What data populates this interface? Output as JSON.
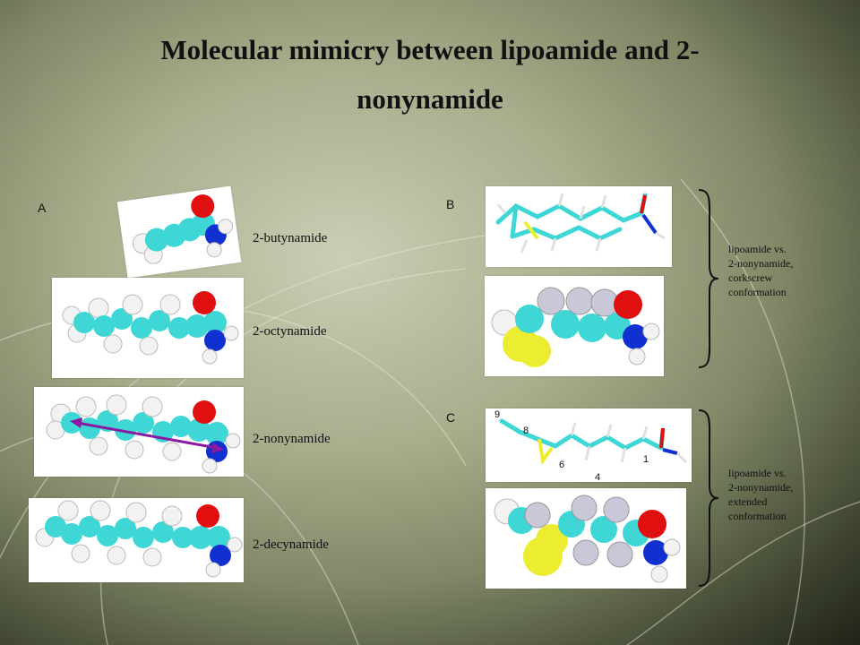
{
  "slide": {
    "title_line1": "Molecular mimicry between lipoamide and 2-",
    "title_line2": "nonynamide"
  },
  "panel_a": {
    "letter": "A",
    "molecules": [
      {
        "label": "2-butynamide"
      },
      {
        "label": "2-octynamide"
      },
      {
        "label": "2-nonynamide"
      },
      {
        "label": "2-decynamide"
      }
    ]
  },
  "panel_b": {
    "letter": "B",
    "note": [
      "lipoamide vs.",
      "2-nonynamide,",
      "corkscrew",
      "conformation"
    ]
  },
  "panel_c": {
    "letter": "C",
    "atom_numbers": [
      "9",
      "8",
      "6",
      "4",
      "1"
    ],
    "note": [
      "lipoamide vs.",
      "2-nonynamide,",
      "extended",
      "conformation"
    ]
  },
  "colors": {
    "carbon": "#3fd6d6",
    "hydrogen": "#f2f2f2",
    "oxygen": "#e01010",
    "nitrogen": "#1030d0",
    "sulfur": "#ecec30",
    "arrow": "#8a1aa0"
  }
}
